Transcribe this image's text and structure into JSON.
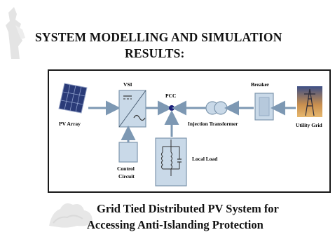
{
  "heading": {
    "line1": "SYSTEM MODELLING AND SIMULATION",
    "line2": "RESULTS:"
  },
  "diagram": {
    "labels": {
      "pv_array": "PV Array",
      "vsi": "VSI",
      "pcc": "PCC",
      "breaker": "Breaker",
      "injection_transformer": "Injection Transformer",
      "utility_grid": "Utility Grid",
      "control_circuit_line1": "Control",
      "control_circuit_line2": "Circuit",
      "local_load": "Local Load"
    },
    "colors": {
      "block_fill": "#c9d9e8",
      "block_stroke": "#7e97ae",
      "arrow": "#7d98b3",
      "pcc_node": "#1a1f7a",
      "frame": "#1a1a1a"
    }
  },
  "caption": {
    "line1": "Grid Tied Distributed PV System for",
    "line2": "Accessing Anti-Islanding Protection"
  }
}
